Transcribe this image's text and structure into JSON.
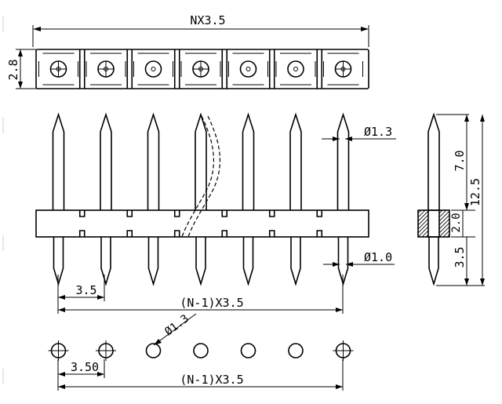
{
  "dimensions": {
    "overall_length": "NX3.5",
    "housing_height": "2.8",
    "pin_pitch_side": "3.5",
    "pin_span_side": "(N-1)X3.5",
    "pin_diameter_top": "Ø1.3",
    "pin_diameter_bottom": "Ø1.0",
    "end_upper_length": "7.0",
    "end_total_length": "12.5",
    "end_housing_height": "2.0",
    "end_lower_length": "3.5",
    "hole_diameter": "Ø1.3",
    "hole_pitch": "3.50",
    "hole_span": "(N-1)X3.5"
  },
  "pin_count_drawn": 7
}
